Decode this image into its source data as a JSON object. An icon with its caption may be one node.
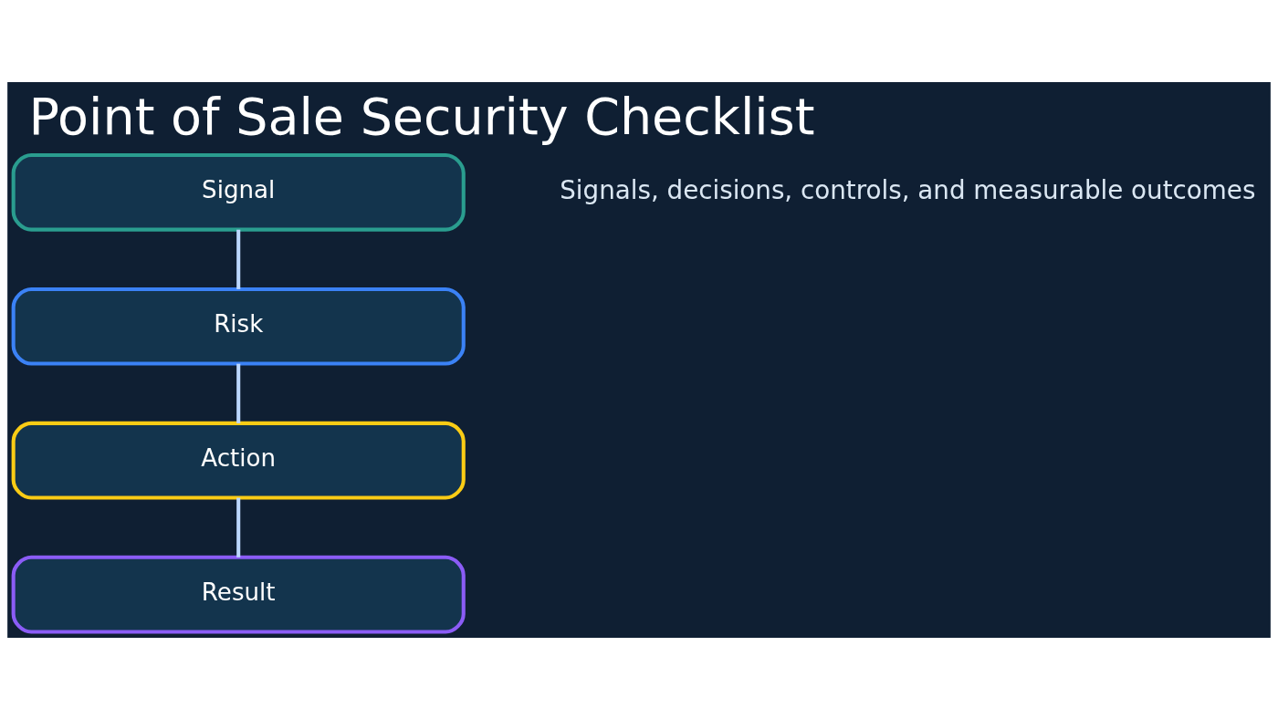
{
  "diagram": {
    "title": "Point of Sale Security Checklist",
    "nodes": [
      {
        "text": [
          "Signal"
        ]
      },
      {
        "text": [
          "Risk"
        ]
      },
      {
        "text": [
          "Action"
        ]
      },
      {
        "text": [
          "Result"
        ]
      }
    ],
    "edges": [
      {
        "from": 0,
        "to": 1,
        "arrow": "none"
      },
      {
        "from": 1,
        "to": 2,
        "arrow": "none"
      },
      {
        "from": 2,
        "to": 3,
        "arrow": "none"
      }
    ],
    "labels": [
      "Signals, decisions, controls, and measurable outcomes"
    ]
  }
}
